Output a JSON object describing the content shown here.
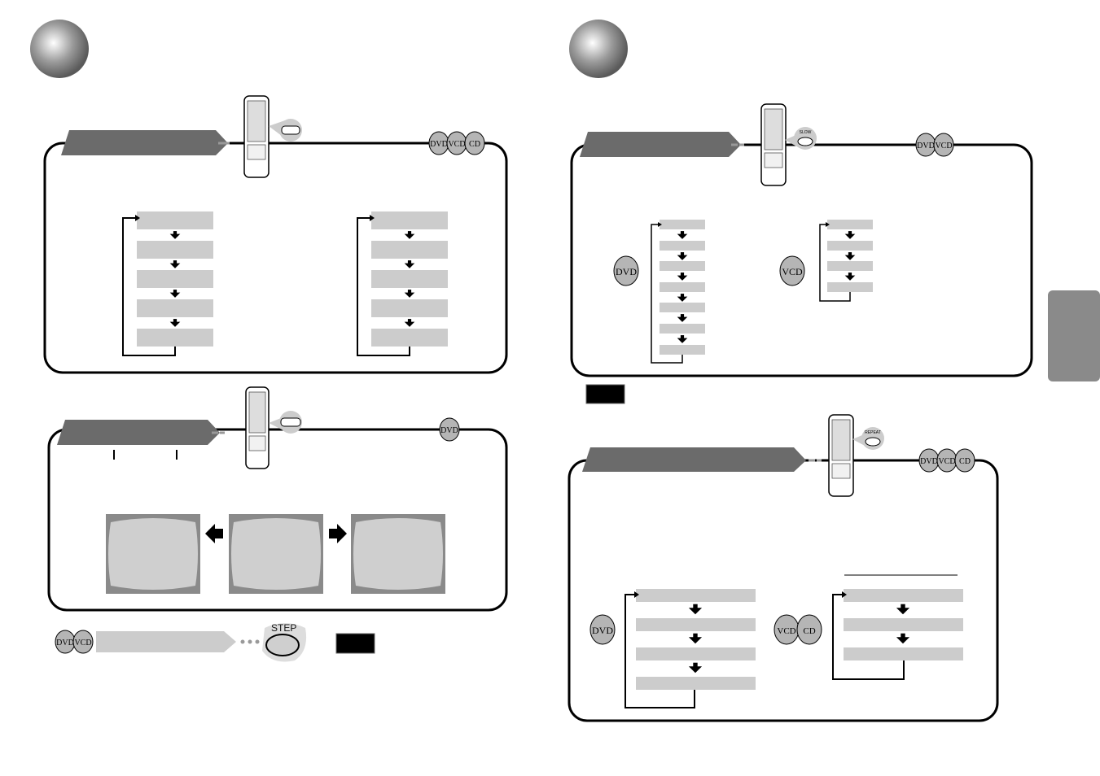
{
  "step_button": {
    "label": "STEP"
  },
  "disc_icons": {
    "dvd": "DVD",
    "vcd": "VCD",
    "cd": "CD"
  },
  "remote_buttons": {
    "slow": "SLOW",
    "repeat": "REPEAT"
  },
  "colors": {
    "banner": "#6b6b6b",
    "box_fill": "#cccccc",
    "screen_fill": "#cfcfcf",
    "disc_fill": "#b5b5b5",
    "side_tab": "#8a8a8a",
    "note_fill": "#000000"
  }
}
